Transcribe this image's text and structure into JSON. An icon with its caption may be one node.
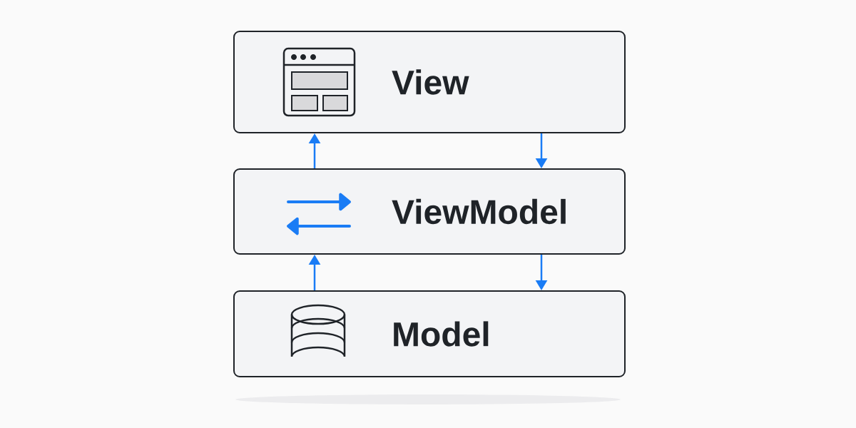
{
  "diagram": {
    "nodes": [
      {
        "text": [
          "View"
        ]
      },
      {
        "text": [
          "ViewModel"
        ]
      },
      {
        "text": [
          "Model"
        ]
      }
    ],
    "edges": [
      {
        "from": 1,
        "to": 0,
        "arrow": "to"
      },
      {
        "from": 0,
        "to": 1,
        "arrow": "to"
      },
      {
        "from": 2,
        "to": 1,
        "arrow": "to"
      },
      {
        "from": 1,
        "to": 2,
        "arrow": "to"
      }
    ]
  }
}
